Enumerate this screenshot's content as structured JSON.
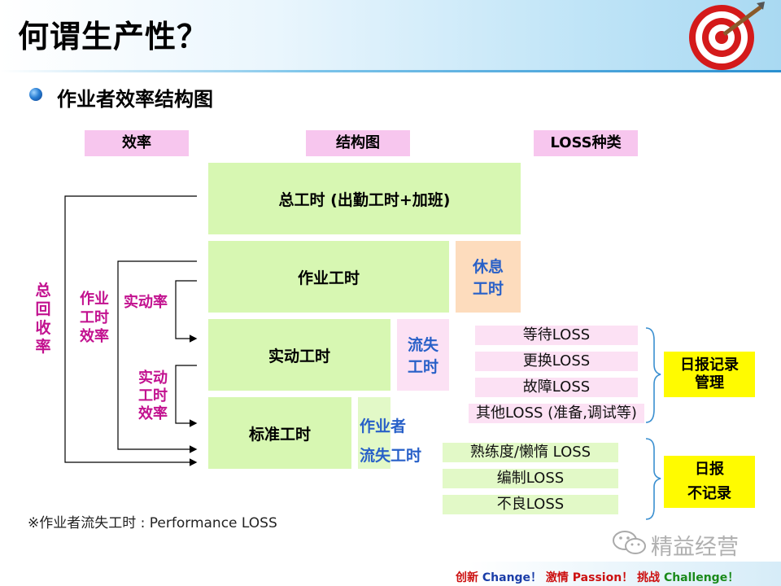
{
  "header": {
    "title": "何谓生产性？"
  },
  "subtitle": "作业者效率结构图",
  "columns": {
    "efficiency": "效率",
    "structure": "结构图",
    "loss_types": "LOSS种类"
  },
  "structure": {
    "total_hours": "总工时 (出勤工时+加班)",
    "work_hours": "作业工时",
    "rest_hours": [
      "休息",
      "工时"
    ],
    "actual_hours": "实动工时",
    "lost_hours": [
      "流失",
      "工时"
    ],
    "standard_hours": "标准工时",
    "worker_lost": [
      "作业者",
      "流失工时"
    ]
  },
  "efficiency_labels": {
    "total_recovery": [
      "总",
      "回",
      "收",
      "率"
    ],
    "work_efficiency": [
      "作业",
      "工时",
      "效率"
    ],
    "actual_rate": "实动率",
    "actual_efficiency": [
      "实动",
      "工时",
      "效率"
    ]
  },
  "loss_recorded": [
    "等待LOSS",
    "更换LOSS",
    "故障LOSS",
    "其他LOSS (准备,调试等)"
  ],
  "loss_unrecorded": [
    "熟练度/懒惰 LOSS",
    "编制LOSS",
    "不良LOSS"
  ],
  "daily_record": [
    "日报记录",
    "管理"
  ],
  "daily_no_record": [
    "日报",
    "不记录"
  ],
  "footnote": "※作业者流失工时 : Performance LOSS",
  "watermark": "精益经营",
  "footer": {
    "p1": "创新",
    "p2": "Change！",
    "p3": "激情",
    "p4": "Passion！",
    "p5": "挑战",
    "p6": "Challenge！"
  }
}
